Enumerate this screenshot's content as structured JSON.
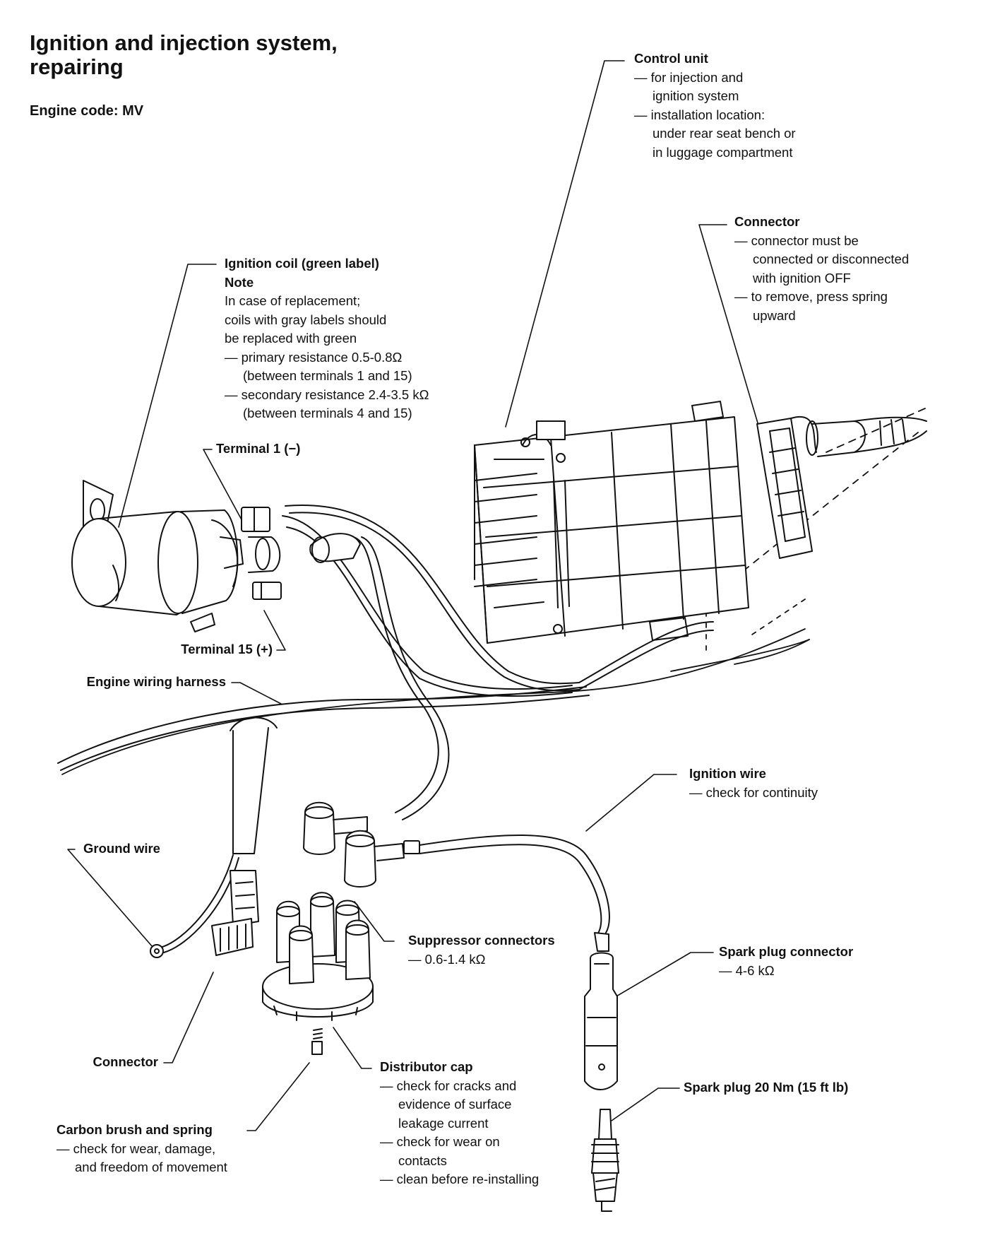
{
  "title": {
    "line1": "Ignition and injection system,",
    "line2": "repairing"
  },
  "engine_code": "Engine code: MV",
  "labels": {
    "control_unit": {
      "heading": "Control unit",
      "lines": [
        "— for injection and",
        "ignition system",
        "— installation location:",
        "under rear seat bench or",
        "in luggage compartment"
      ]
    },
    "connector_top": {
      "heading": "Connector",
      "lines": [
        "— connector must be",
        "connected or disconnected",
        "with ignition OFF",
        "— to remove, press spring",
        "upward"
      ]
    },
    "ignition_coil": {
      "heading": "Ignition coil (green label)",
      "note": "Note",
      "lines": [
        "In case of replacement;",
        "coils with gray labels should",
        "be replaced with green",
        "— primary resistance 0.5-0.8Ω",
        "(between terminals 1 and 15)",
        "— secondary resistance 2.4-3.5 kΩ",
        "(between terminals 4 and 15)"
      ]
    },
    "terminal_1": "Terminal 1 (−)",
    "terminal_15": "Terminal 15 (+)",
    "engine_wiring_harness": "Engine wiring harness",
    "ignition_wire": {
      "heading": "Ignition wire",
      "lines": [
        "— check for continuity"
      ]
    },
    "ground_wire": "Ground wire",
    "suppressor_connectors": {
      "heading": "Suppressor connectors",
      "lines": [
        "— 0.6-1.4 kΩ"
      ]
    },
    "spark_plug_connector": {
      "heading": "Spark plug connector",
      "lines": [
        "— 4-6 kΩ"
      ]
    },
    "connector_bottom": "Connector",
    "distributor_cap": {
      "heading": "Distributor cap",
      "lines": [
        "— check for cracks and",
        "evidence of surface",
        "leakage current",
        "— check for wear on",
        "contacts",
        "— clean before re-installing"
      ]
    },
    "spark_plug": "Spark plug 20 Nm (15 ft lb)",
    "carbon_brush": {
      "heading": "Carbon brush and spring",
      "lines": [
        "— check for wear, damage,",
        "and freedom of movement"
      ]
    }
  }
}
